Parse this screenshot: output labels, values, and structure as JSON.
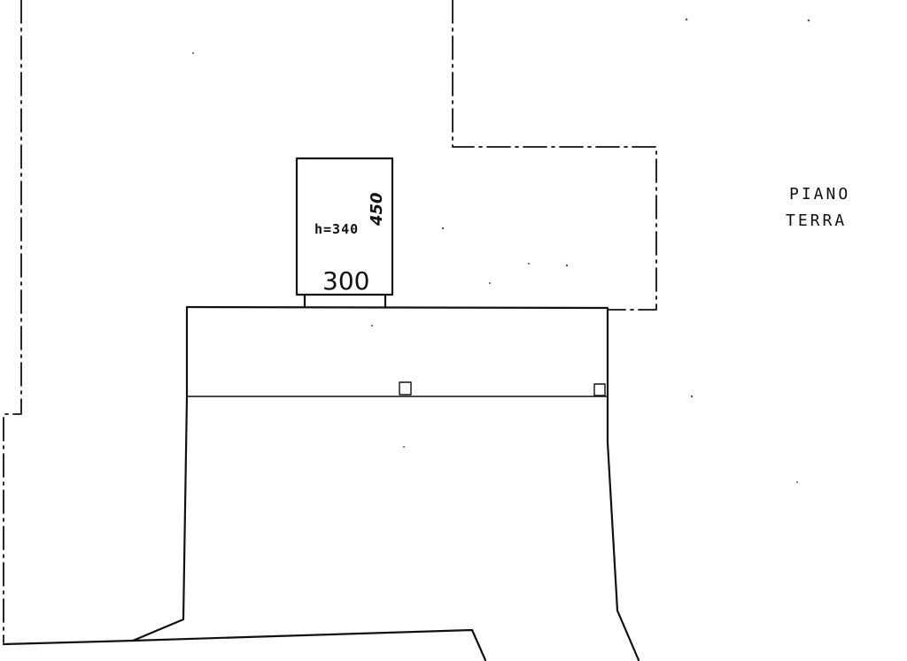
{
  "drawing": {
    "floor_label_line1": "PIANO",
    "floor_label_line2": "TERRA",
    "room_height": "h=340",
    "room_width": "300",
    "room_depth": "450"
  },
  "colors": {
    "ink": "#111111",
    "paper": "#ffffff"
  }
}
